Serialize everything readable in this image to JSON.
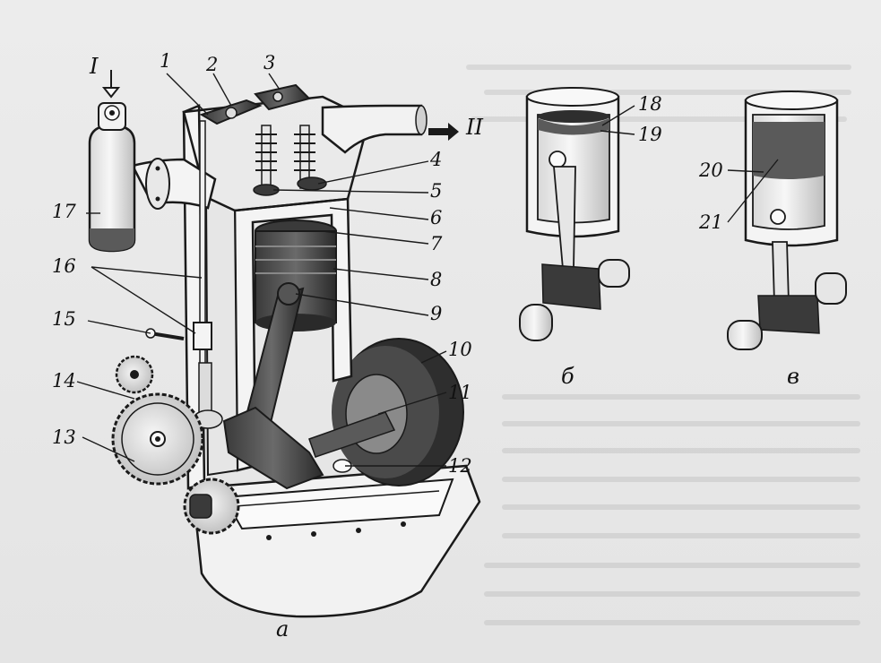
{
  "labels": {
    "l1": "1",
    "l2": "2",
    "l3": "3",
    "l4": "4",
    "l5": "5",
    "l6": "6",
    "l7": "7",
    "l8": "8",
    "l9": "9",
    "l10": "10",
    "l11": "11",
    "l12": "12",
    "l13": "13",
    "l14": "14",
    "l15": "15",
    "l16": "16",
    "l17": "17",
    "l18": "18",
    "l19": "19",
    "l20": "20",
    "l21": "21",
    "inflow": "I",
    "outflow": "II",
    "view_a": "а",
    "view_b": "б",
    "view_v": "в"
  },
  "colors": {
    "ink": "#1a1a1a",
    "body": "#f4f4f4",
    "shade": "#555555",
    "dark": "#2e2e2e",
    "mid": "#9a9a9a",
    "background": "#e9e9e9"
  }
}
